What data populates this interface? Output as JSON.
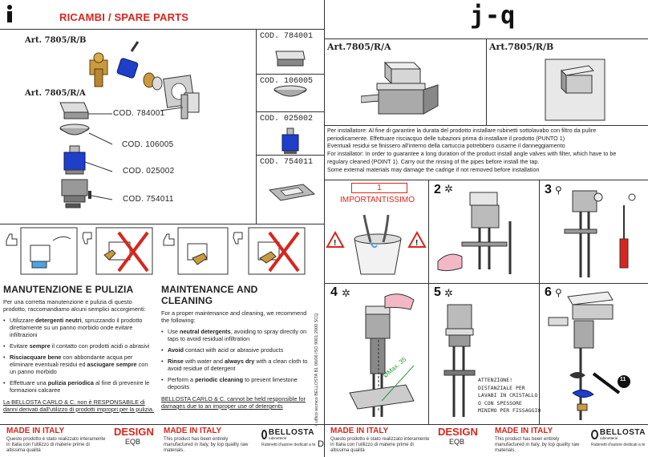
{
  "header": {
    "info_icon": "i",
    "title": "RICAMBI / SPARE PARTS",
    "brand": "j-q"
  },
  "parts": {
    "art_b": "Art. 7805/R/B",
    "art_a": "Art. 7805/R/A",
    "callouts": [
      "COD. 784001",
      "COD. 106005",
      "COD. 025002",
      "COD. 754011"
    ],
    "codes": [
      "COD. 784001",
      "COD. 106005",
      "COD. 025002",
      "COD. 754011"
    ]
  },
  "products": {
    "a_label": "Art.7805/R/A",
    "b_label": "Art.7805/R/B"
  },
  "installer_note": [
    "Per installatore: Al fine di garantire la durata del prodotto installare rubinetti sottolavabo con filtro da pulire",
    "periodicamente. Effettuare risciacquo delle tubazioni prima di installare il prodotto (PUNTO 1)",
    "Eventuali residui se finissero all'interno della cartuccia potrebbero cusarne il danneggiamento",
    "For installator: In order to guarantee a long duration of the product install angle valves with filter, which have to be",
    "regulary cleaned (POINT 1). Carry out the rinsing of the pipes before install the tap.",
    "Some external materials may damage the cadrige if not removed before installation"
  ],
  "steps": {
    "s1_num": "1",
    "s1_label": "IMPORTANTISSIMO",
    "s2": "2",
    "s3": "3",
    "s4": "4",
    "s5": "5",
    "s6": "6",
    "dim": "ØMax. 35",
    "s5_note": [
      "ATTENZIONE!",
      "DISTANZIALE PER",
      "LAVABI IN CRISTALLO",
      "O CON SPESSORE",
      "MINIMO PER FISSAGGIO"
    ],
    "s6_tag": "11"
  },
  "maint_it": {
    "title": "MANUTENZIONE E PULIZIA",
    "intro": "Per una corretta manutenzione e pulizia di questo prodotto, raccomandiamo alcuni semplici accorgimenti:",
    "b1_pre": "Utilizzare ",
    "b1_bold": "detergenti neutri",
    "b1_post": ", spruzzando il prodotto direttamente su un panno morbido onde evitare infiltrazioni",
    "b2_pre": "Evitare ",
    "b2_bold": "sempre",
    "b2_post": " il contatto con prodotti acidi o abrasivi",
    "b3_bold1": "Risciacquare bene",
    "b3_mid": " con abbondante acqua per eliminare eventuali residui ed ",
    "b3_bold2": "asciugare sempre",
    "b3_post": " con un panno morbido",
    "b4_pre": "Effettuare una ",
    "b4_bold": "pulizia periodica",
    "b4_post": " al fine di prevenire le formazioni calcaree",
    "disclaimer": "La BELLOSTA CARLO & C. non è RESPONSABILE di danni derivati dall'utilizzo di prodotti impropri per la pulizia."
  },
  "maint_en": {
    "title": "MAINTENANCE AND CLEANING",
    "intro": "For a proper maintenance and cleaning, we recommend the following:",
    "b1_pre": "Use ",
    "b1_bold": "neutral detergents",
    "b1_post": ", avoiding to spray directly on taps to avoid residual infiltration",
    "b2_bold": "Avoid",
    "b2_post": " contact with acid or abrasive products",
    "b3_bold1": "Rinse",
    "b3_mid": " with water and ",
    "b3_bold2": "always dry",
    "b3_post": " with a clean cloth to avoid residue of detergent",
    "b4_pre": "Perform a ",
    "b4_bold": "periodic cleaning",
    "b4_post": " to prevent limestone deposits",
    "disclaimer": "BELLOSTA CARLO & C. cannot be held responsible for damages due to an improper use of detergents"
  },
  "vertical_note": "+ uffico tecnico BELLOSTA     B1  06/06   ISO 9001:2000    SCQ",
  "footer": {
    "made_in_italy": "MADE IN ITALY",
    "it_desc": "Questo prodotto è stato realizzato interamente in Italia con l'utilizzo di materie prime di altissima qualità",
    "en_desc": "This product has been entirely manufactured in Italy, by top quality raw materials.",
    "design": "DESIGN",
    "design_sub": "EQB",
    "bellosta": "BELLOSTA",
    "bellosta_sub": "rubinetterie",
    "bellosta_tag": "Rubinetti d'autore dedicati a te",
    "page_mark": "D"
  },
  "colors": {
    "accent_red": "#d7261e",
    "cartridge_blue": "#1f3fc9",
    "hand_pink": "#f2b8c6"
  }
}
